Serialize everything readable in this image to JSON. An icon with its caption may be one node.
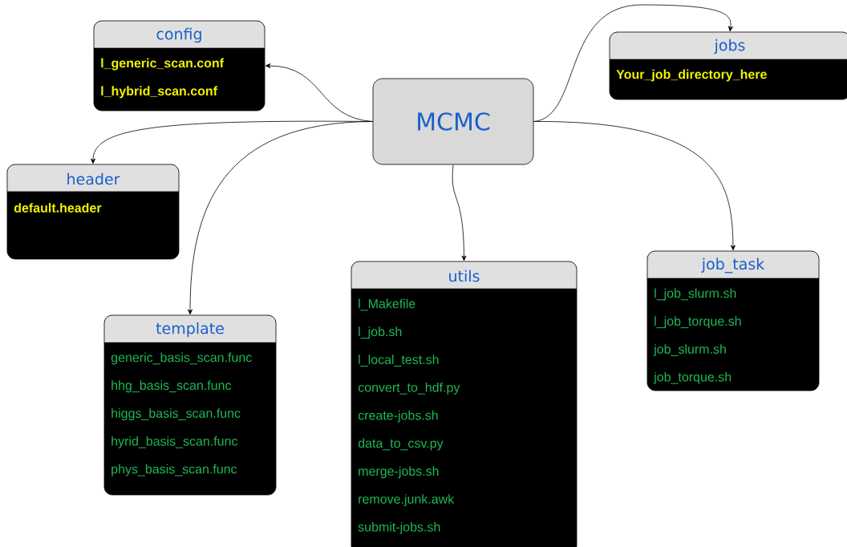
{
  "diagram": {
    "nodes": [
      {
        "text": [
          "MCMC"
        ]
      },
      {
        "text": [
          "config",
          "l_generic_scan.conf",
          "l_hybrid_scan.conf"
        ]
      },
      {
        "text": [
          "jobs",
          "Your_job_directory_here"
        ]
      },
      {
        "text": [
          "header",
          "default.header"
        ]
      },
      {
        "text": [
          "utils",
          "l_Makefile",
          "l_job.sh",
          "l_local_test.sh",
          "convert_to_hdf.py",
          "create-jobs.sh",
          "data_to_csv.py",
          "merge-jobs.sh",
          "remove.junk.awk",
          "submit-jobs.sh"
        ]
      },
      {
        "text": [
          "job_task",
          "l_job_slurm.sh",
          "l_job_torque.sh",
          "job_slurm.sh",
          "job_torque.sh"
        ]
      },
      {
        "text": [
          "template",
          "generic_basis_scan.func",
          "hhg_basis_scan.func",
          "higgs_basis_scan.func",
          "hyrid_basis_scan.func",
          "phys_basis_scan.func"
        ]
      }
    ],
    "edges": [
      {
        "from": 0,
        "to": 1,
        "arrow": "to"
      },
      {
        "from": 0,
        "to": 2,
        "arrow": "to"
      },
      {
        "from": 0,
        "to": 3,
        "arrow": "to"
      },
      {
        "from": 0,
        "to": 4,
        "arrow": "to"
      },
      {
        "from": 0,
        "to": 5,
        "arrow": "to"
      },
      {
        "from": 0,
        "to": 6,
        "arrow": "to"
      }
    ]
  }
}
